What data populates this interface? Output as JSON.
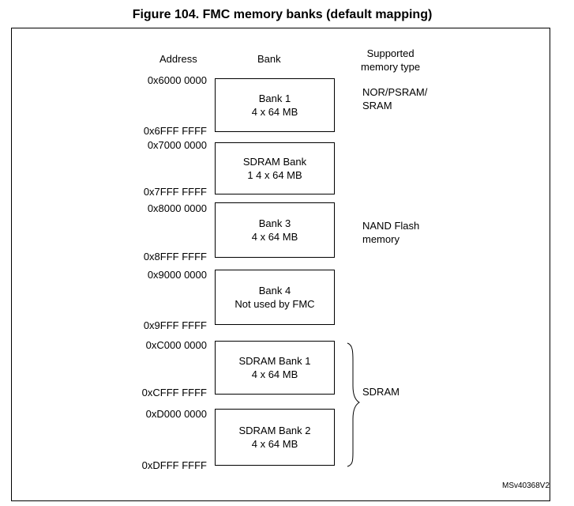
{
  "title": "Figure 104. FMC memory banks (default mapping)",
  "headers": {
    "address": "Address",
    "bank": "Bank",
    "memory_type": "Supported\nmemory type"
  },
  "banks": [
    {
      "line1": "Bank 1",
      "line2": "4 x 64 MB",
      "start": "0x6000 0000",
      "end": "0x6FFF FFFF"
    },
    {
      "line1": "SDRAM Bank",
      "line2": "1 4 x 64 MB",
      "start": "0x7000 0000",
      "end": "0x7FFF FFFF"
    },
    {
      "line1": "Bank 3",
      "line2": "4 x 64 MB",
      "start": "0x8000 0000",
      "end": "0x8FFF FFFF"
    },
    {
      "line1": "Bank 4",
      "line2": "Not used by FMC",
      "start": "0x9000 0000",
      "end": "0x9FFF FFFF"
    },
    {
      "line1": "SDRAM Bank 1",
      "line2": "4 x 64 MB",
      "start": "0xC000 0000",
      "end": "0xCFFF FFFF"
    },
    {
      "line1": "SDRAM Bank 2",
      "line2": "4 x 64 MB",
      "start": "0xD000 0000",
      "end": "0xDFFF FFFF"
    }
  ],
  "memory_types": {
    "nor": "NOR/PSRAM/\nSRAM",
    "nand": "NAND Flash\nmemory",
    "sdram": "SDRAM"
  },
  "figure_id": "MSv40368V2"
}
